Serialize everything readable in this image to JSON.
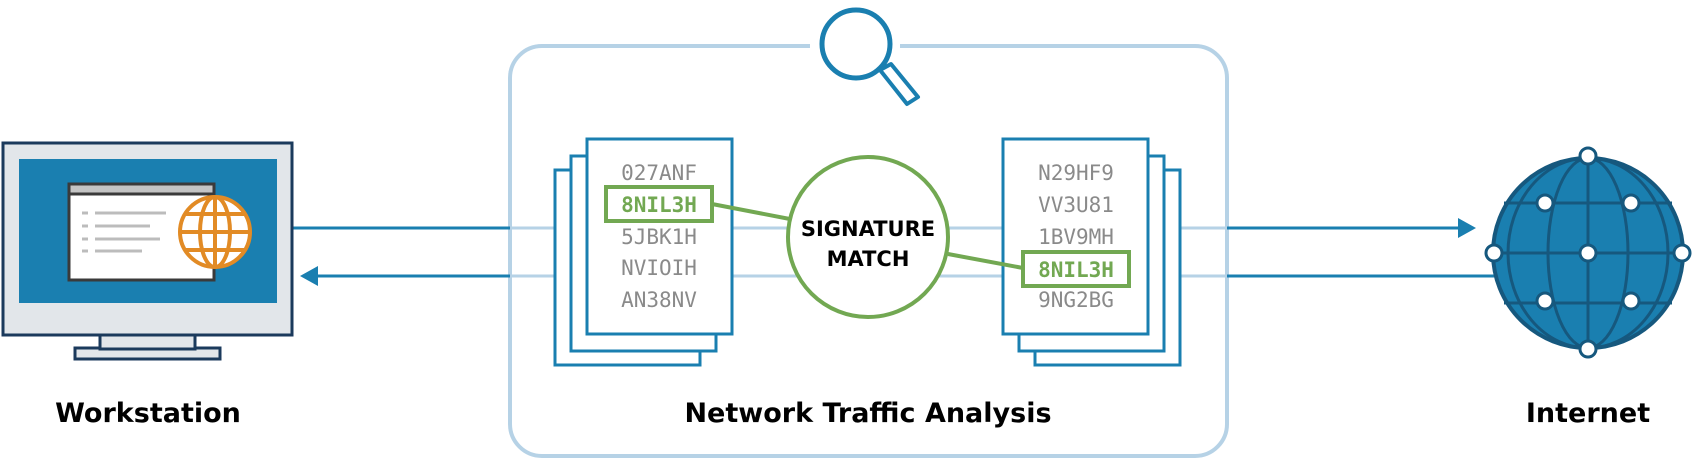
{
  "labels": {
    "workstation": "Workstation",
    "analysis": "Network Traffic Analysis",
    "internet": "Internet"
  },
  "signature_match": {
    "line1": "SIGNATURE",
    "line2": "MATCH"
  },
  "left_codes": [
    "027ANF",
    "8NIL3H",
    "5JBK1H",
    "NVIOIH",
    "AN38NV"
  ],
  "right_codes": [
    "N29HF9",
    "VV3U81",
    "1BV9MH",
    "8NIL3H",
    "9NG2BG"
  ],
  "colors": {
    "blue": "#1a7fb0",
    "dark_blue": "#16587e",
    "light_blue": "#b6d2e6",
    "green": "#72a852",
    "orange": "#e28b25",
    "gray_text": "#8a8a8a"
  }
}
